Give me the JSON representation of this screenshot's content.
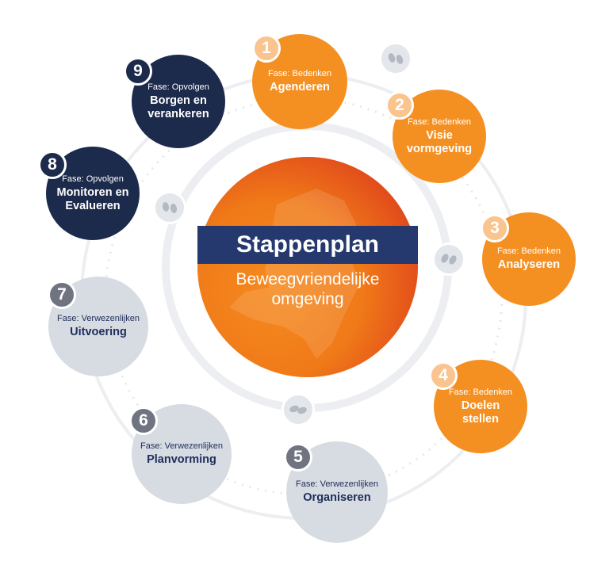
{
  "center": {
    "title": "Stappenplan",
    "subtitle_line1": "Beweegvriendelijke",
    "subtitle_line2": "omgeving"
  },
  "steps": [
    {
      "number": "1",
      "phase": "Fase: Bedenken",
      "title_line1": "Agenderen",
      "title_line2": ""
    },
    {
      "number": "2",
      "phase": "Fase: Bedenken",
      "title_line1": "Visie",
      "title_line2": "vormgeving"
    },
    {
      "number": "3",
      "phase": "Fase: Bedenken",
      "title_line1": "Analyseren",
      "title_line2": ""
    },
    {
      "number": "4",
      "phase": "Fase: Bedenken",
      "title_line1": "Doelen stellen",
      "title_line2": ""
    },
    {
      "number": "5",
      "phase": "Fase: Verwezenlijken",
      "title_line1": "Organiseren",
      "title_line2": ""
    },
    {
      "number": "6",
      "phase": "Fase: Verwezenlijken",
      "title_line1": "Planvorming",
      "title_line2": ""
    },
    {
      "number": "7",
      "phase": "Fase: Verwezenlijken",
      "title_line1": "Uitvoering",
      "title_line2": ""
    },
    {
      "number": "8",
      "phase": "Fase: Opvolgen",
      "title_line1": "Monitoren en",
      "title_line2": "Evalueren"
    },
    {
      "number": "9",
      "phase": "Fase: Opvolgen",
      "title_line1": "Borgen en",
      "title_line2": "verankeren"
    }
  ],
  "colors": {
    "bedenken": "#f49022",
    "opvolgen": "#1c2a4b",
    "verwezenlijken": "#d7dbe2",
    "banner": "#25396e"
  },
  "icons": [
    "footprints-icon"
  ]
}
